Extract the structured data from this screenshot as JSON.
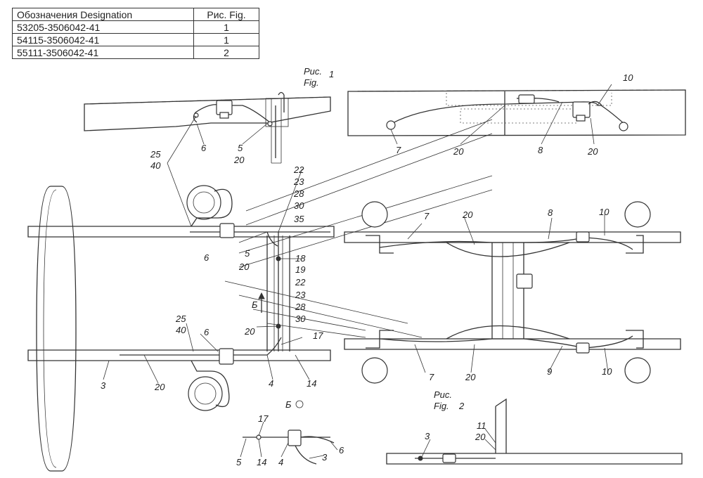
{
  "table": {
    "header": {
      "designation": "Обозначения  Designation",
      "fig": "Рис. Fig."
    },
    "rows": [
      {
        "designation": "53205-3506042-41",
        "fig": "1"
      },
      {
        "designation": "54115-3506042-41",
        "fig": "1"
      },
      {
        "designation": "55111-3506042-41",
        "fig": "2"
      }
    ]
  },
  "figure_labels": {
    "fig1_ru": "Рис.",
    "fig1_en": "Fig.",
    "fig1_num": "1",
    "fig2_ru": "Рис.",
    "fig2_en": "Fig.",
    "fig2_num": "2"
  },
  "view_labels": {
    "b_arrow": "Б",
    "b_view": "Б"
  },
  "callouts": {
    "c6a": "6",
    "c5a": "5",
    "c20a": "20",
    "c25a": "25",
    "c40a": "40",
    "c7a": "7",
    "c20b": "20",
    "c8a": "8",
    "c20c": "20",
    "c10a": "10",
    "c22a": "22",
    "c23a": "23",
    "c28a": "28",
    "c30a": "30",
    "c35": "35",
    "c6b": "6",
    "c5b": "5",
    "c20d": "20",
    "c18": "18",
    "c19": "19",
    "c22b": "22",
    "c23b": "23",
    "c28b": "28",
    "c30b": "30",
    "c20e": "20",
    "c17a": "17",
    "c25b": "25",
    "c40b": "40",
    "c6c": "6",
    "c3a": "3",
    "c20f": "20",
    "c4a": "4",
    "c14a": "14",
    "c7b": "7",
    "c20g": "20",
    "c8b": "8",
    "c10b": "10",
    "c7c": "7",
    "c20h": "20",
    "c9": "9",
    "c10c": "10",
    "c17b": "17",
    "c5c": "5",
    "c14b": "14",
    "c4b": "4",
    "c3b": "3",
    "c6d": "6",
    "c11": "11",
    "c20i": "20",
    "c3c": "3"
  }
}
